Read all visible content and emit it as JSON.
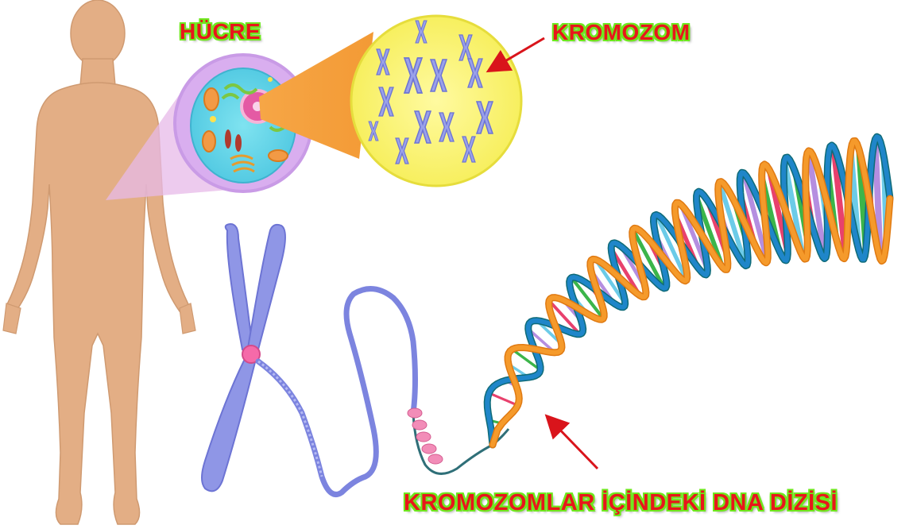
{
  "labels": {
    "cell": "HÜCRE",
    "chromosome": "KROMOZOM",
    "dna_sequence": "KROMOZOMLAR İÇİNDEKİ DNA DİZİSİ"
  },
  "colors": {
    "label_text": "#e8161b",
    "label_outline": "#6fe81f",
    "arrow": "#d9141b",
    "skin": "#e3ae85",
    "cell_membrane": "#c99be6",
    "nucleus_bg": "#fbf56d",
    "chromosome": "#8f96e6",
    "dna_orange": "#f59a2b",
    "dna_blue": "#1f86c9",
    "dna_teal": "#0f6b78"
  },
  "icons": [
    "human-body-icon",
    "cell-icon",
    "chromosome-icon",
    "dna-helix-icon"
  ]
}
